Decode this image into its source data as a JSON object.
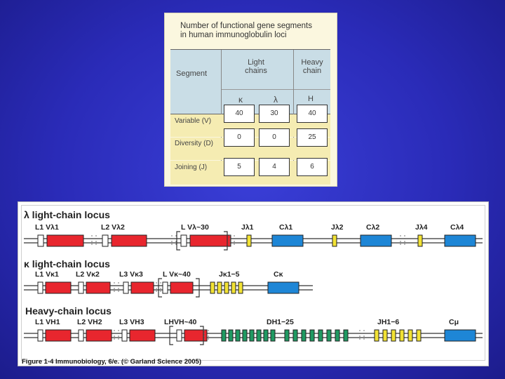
{
  "table": {
    "title_line1": "Number  of  functional gene segments",
    "title_line2": "in  human  immunoglobulin loci",
    "segment_header": "Segment",
    "light_header": "Light",
    "light_header2": "chains",
    "heavy_header": "Heavy",
    "heavy_header2": "chain",
    "kappa": "κ",
    "lambda": "λ",
    "h": "H",
    "rows": [
      {
        "label": "Variable  (V)",
        "values": [
          "40",
          "30",
          "40"
        ]
      },
      {
        "label": "Diversity  (D)",
        "values": [
          "0",
          "0",
          "25"
        ]
      },
      {
        "label": "Joining  (J)",
        "values": [
          "5",
          "4",
          "6"
        ]
      }
    ]
  },
  "loci": {
    "lambda": {
      "title": "λ  light-chain locus",
      "labels": [
        "L1  Vλ1",
        "L2  Vλ2",
        "L  Vλ~30",
        "Jλ1",
        "Cλ1",
        "Jλ2",
        "Cλ2",
        "Jλ4",
        "Cλ4"
      ]
    },
    "kappa": {
      "title": "κ  light-chain locus",
      "labels": [
        "L1  Vκ1",
        "L2  Vκ2",
        "L3  Vκ3",
        "L  Vκ~40",
        "Jκ1−5",
        "Cκ"
      ]
    },
    "heavy": {
      "title": "Heavy-chain locus",
      "labels": [
        "L1  VH1",
        "L2  VH2",
        "L3  VH3",
        "LHVH~40",
        "DH1−25",
        "JH1−6",
        "Cμ"
      ]
    }
  },
  "caption": "Figure 1-4  Immunobiology, 6/e. (© Garland Science 2005)",
  "colors": {
    "v_segment": "#e8262e",
    "j_segment": "#f2e234",
    "d_segment": "#1f9a62",
    "c_segment": "#1e86d6",
    "leader": "#ffffff",
    "background": "#2a2bb8"
  }
}
